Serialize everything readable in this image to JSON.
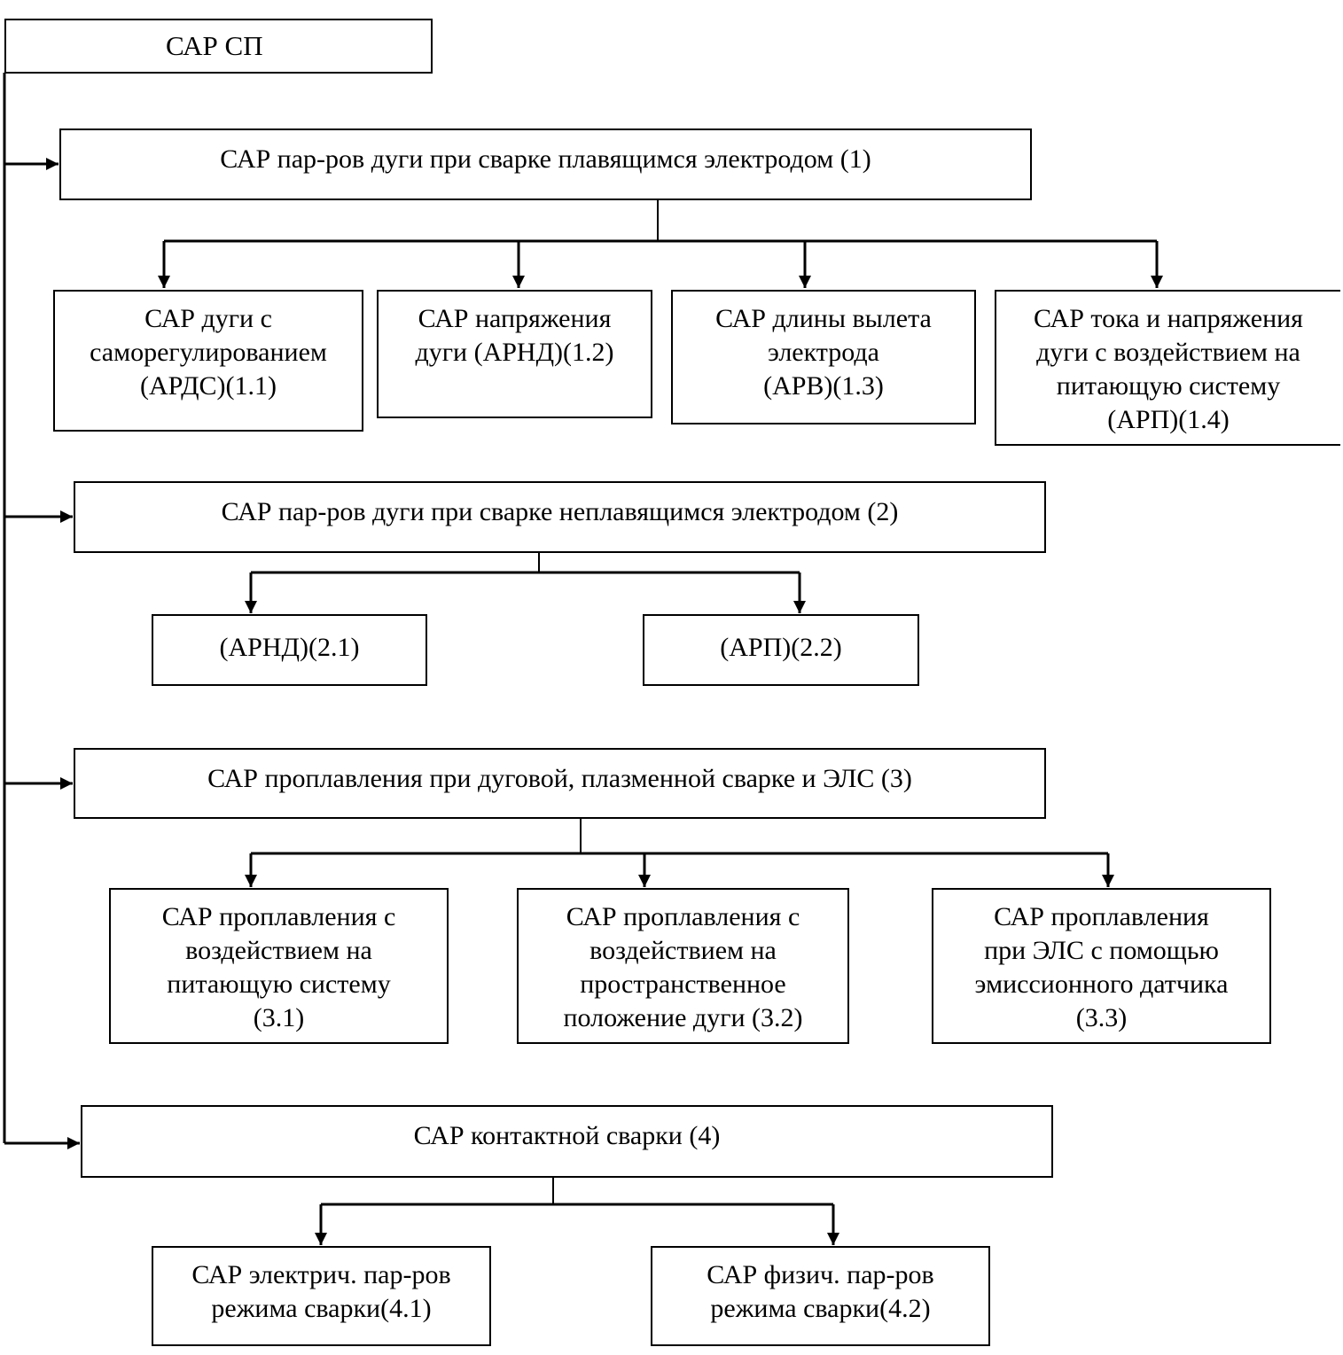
{
  "diagram": {
    "root": "САР СП",
    "categories": [
      {
        "label": "САР пар-ров дуги при сварке плавящимся электродом (1)",
        "children": [
          "САР дуги с\nсаморегулированием\n(АРДС)(1.1)",
          "САР напряжения\nдуги (АРНД)(1.2)",
          "САР длины вылета\nэлектрода\n(АРВ)(1.3)",
          "САР тока и напряжения\nдуги с воздействием на\nпитающую систему\n(АРП)(1.4)"
        ]
      },
      {
        "label": "САР пар-ров дуги при сварке неплавящимся электродом (2)",
        "children": [
          "(АРНД)(2.1)",
          "(АРП)(2.2)"
        ]
      },
      {
        "label": "САР проплавления при дуговой, плазменной сварке и ЭЛС (3)",
        "children": [
          "САР проплавления с\nвоздействием на\nпитающую систему\n(3.1)",
          "САР проплавления с\nвоздействием на\nпространственное\nположение дуги (3.2)",
          "САР проплавления\nпри ЭЛС с помощью\nэмиссионного датчика\n(3.3)"
        ]
      },
      {
        "label": "САР контактной сварки (4)",
        "children": [
          "САР электрич. пар-ров\nрежима сварки(4.1)",
          "САР физич. пар-ров\nрежима сварки(4.2)"
        ]
      }
    ]
  }
}
